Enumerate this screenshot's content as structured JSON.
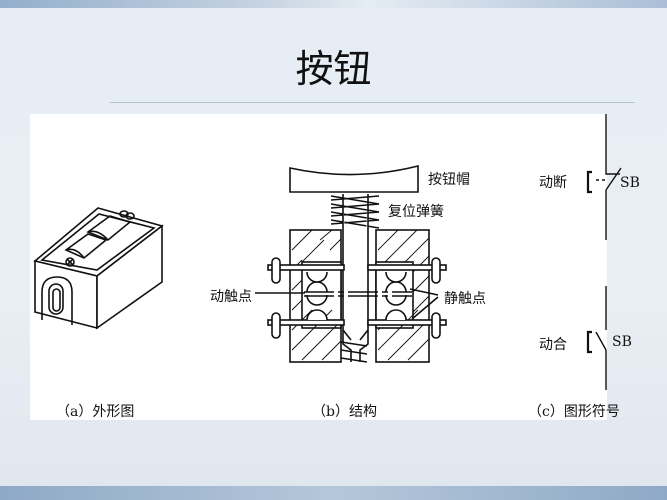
{
  "slide": {
    "title": "按钮"
  },
  "figure": {
    "structure_labels": {
      "cap": "按钮帽",
      "spring": "复位弹簧",
      "moving_contact": "动触点",
      "static_contact": "静触点"
    },
    "symbols": {
      "nc_label": "动断",
      "no_label": "动合",
      "designator_nc": "SB",
      "designator_no": "SB"
    },
    "captions": {
      "a": "（a）外形图",
      "b": "（b）结构",
      "c": "（c）图形符号"
    }
  }
}
